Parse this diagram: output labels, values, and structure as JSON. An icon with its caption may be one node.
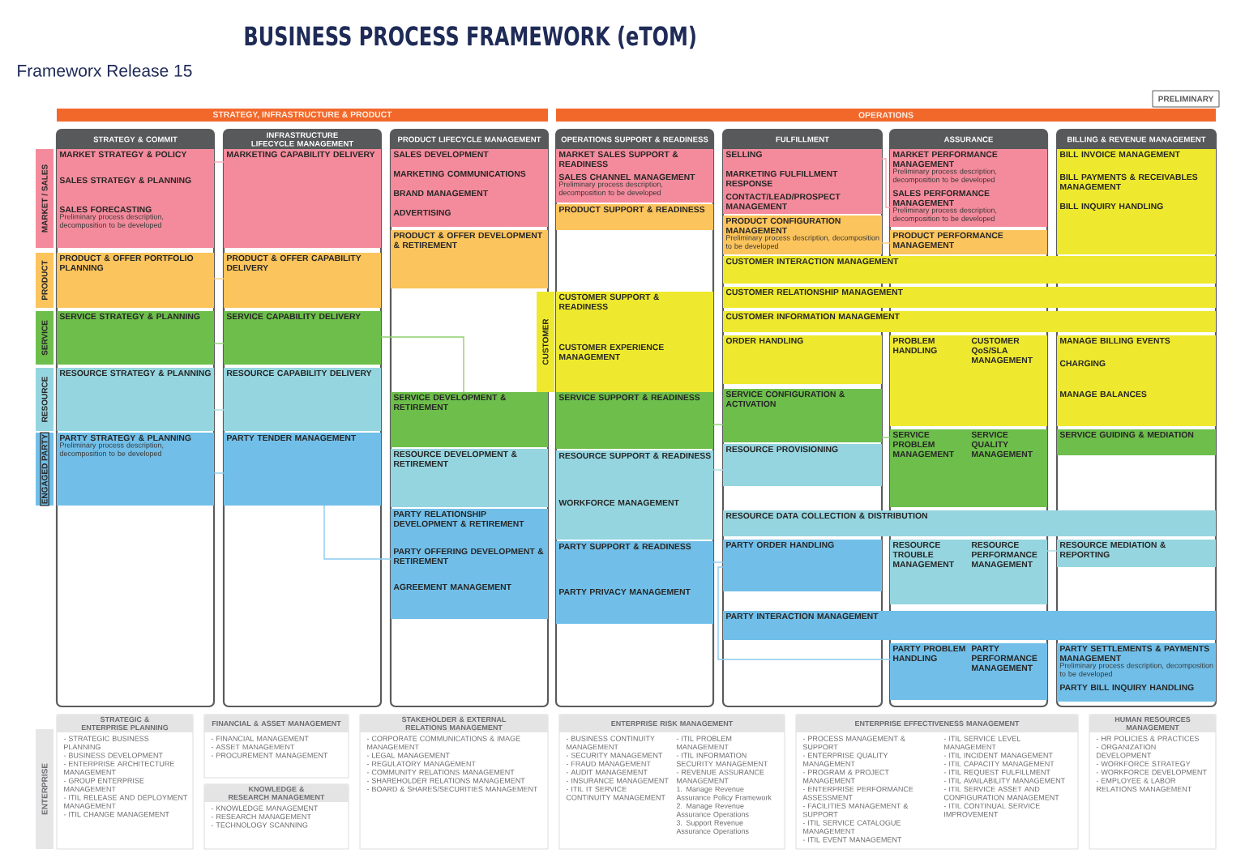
{
  "diagram": {
    "title": "BUSINESS PROCESS FRAMEWORK (eTOM)",
    "labels": [
      "Frameworx Release 15"
    ],
    "nodes": [
      {
        "text": [
          "PRELIMINARY"
        ]
      },
      {
        "text": [
          "STRATEGY, INFRASTRUCTURE & PRODUCT"
        ]
      },
      {
        "text": [
          "OPERATIONS"
        ]
      },
      {
        "text": [
          "STRATEGY & COMMIT"
        ]
      },
      {
        "text": [
          "INFRASTRUCTURE LIFECYCLE MANAGEMENT"
        ]
      },
      {
        "text": [
          "PRODUCT LIFECYCLE MANAGEMENT"
        ]
      },
      {
        "text": [
          "OPERATIONS SUPPORT & READINESS"
        ]
      },
      {
        "text": [
          "FULFILLMENT"
        ]
      },
      {
        "text": [
          "ASSURANCE"
        ]
      },
      {
        "text": [
          "BILLING & REVENUE MANAGEMENT"
        ]
      },
      {
        "text": [
          "MARKET / SALES"
        ]
      },
      {
        "text": [
          "PRODUCT"
        ]
      },
      {
        "text": [
          "SERVICE"
        ]
      },
      {
        "text": [
          "RESOURCE"
        ]
      },
      {
        "text": [
          "ENGAGED PARTY"
        ]
      },
      {
        "text": [
          "CUSTOMER"
        ]
      },
      {
        "text": [
          "MARKET STRATEGY & POLICY"
        ],
        "in": 3
      },
      {
        "text": [
          "SALES STRATEGY & PLANNING"
        ],
        "in": 3
      },
      {
        "text": [
          "SALES FORECASTING",
          "Preliminary process description, decomposition to be developed"
        ],
        "in": 3
      },
      {
        "text": [
          "PRODUCT & OFFER PORTFOLIO PLANNING"
        ],
        "in": 3
      },
      {
        "text": [
          "SERVICE STRATEGY & PLANNING"
        ],
        "in": 3
      },
      {
        "text": [
          "RESOURCE STRATEGY & PLANNING"
        ],
        "in": 3
      },
      {
        "text": [
          "PARTY STRATEGY & PLANNING",
          "Preliminary process description, decomposition to be developed"
        ],
        "in": 3
      },
      {
        "text": [
          "MARKETING CAPABILITY DELIVERY"
        ],
        "in": 4
      },
      {
        "text": [
          "PRODUCT & OFFER CAPABILITY DELIVERY"
        ],
        "in": 4
      },
      {
        "text": [
          "SERVICE CAPABILITY DELIVERY"
        ],
        "in": 4
      },
      {
        "text": [
          "RESOURCE CAPABILITY DELIVERY"
        ],
        "in": 4
      },
      {
        "text": [
          "PARTY TENDER MANAGEMENT"
        ],
        "in": 4
      },
      {
        "text": [
          "SALES DEVELOPMENT"
        ],
        "in": 5
      },
      {
        "text": [
          "MARKETING COMMUNICATIONS"
        ],
        "in": 5
      },
      {
        "text": [
          "BRAND MANAGEMENT"
        ],
        "in": 5
      },
      {
        "text": [
          "ADVERTISING"
        ],
        "in": 5
      },
      {
        "text": [
          "PRODUCT & OFFER DEVELOPMENT & RETIREMENT"
        ],
        "in": 5
      },
      {
        "text": [
          "SERVICE DEVELOPMENT & RETIREMENT"
        ],
        "in": 5
      },
      {
        "text": [
          "RESOURCE DEVELOPMENT & RETIREMENT"
        ],
        "in": 5
      },
      {
        "text": [
          "PARTY RELATIONSHIP DEVELOPMENT & RETIREMENT"
        ],
        "in": 5
      },
      {
        "text": [
          "PARTY OFFERING DEVELOPMENT & RETIREMENT"
        ],
        "in": 5
      },
      {
        "text": [
          "AGREEMENT MANAGEMENT"
        ],
        "in": 5
      },
      {
        "text": [
          "MARKET SALES SUPPORT & READINESS"
        ],
        "in": 6
      },
      {
        "text": [
          "SALES CHANNEL MANAGEMENT",
          "Preliminary process description, decomposition to be developed"
        ],
        "in": 6
      },
      {
        "text": [
          "PRODUCT SUPPORT & READINESS"
        ],
        "in": 6
      },
      {
        "text": [
          "CUSTOMER SUPPORT & READINESS"
        ],
        "in": 6
      },
      {
        "text": [
          "CUSTOMER EXPERIENCE MANAGEMENT"
        ],
        "in": 6
      },
      {
        "text": [
          "SERVICE SUPPORT & READINESS"
        ],
        "in": 6
      },
      {
        "text": [
          "RESOURCE SUPPORT & READINESS"
        ],
        "in": 6
      },
      {
        "text": [
          "WORKFORCE MANAGEMENT"
        ],
        "in": 6
      },
      {
        "text": [
          "PARTY SUPPORT & READINESS"
        ],
        "in": 6
      },
      {
        "text": [
          "PARTY PRIVACY MANAGEMENT"
        ],
        "in": 6
      },
      {
        "text": [
          "SELLING"
        ],
        "in": 7
      },
      {
        "text": [
          "MARKETING FULFILLMENT RESPONSE"
        ],
        "in": 7
      },
      {
        "text": [
          "CONTACT/LEAD/PROSPECT MANAGEMENT"
        ],
        "in": 7
      },
      {
        "text": [
          "PRODUCT CONFIGURATION MANAGEMENT",
          "Preliminary process description, decomposition to be developed"
        ],
        "in": 7
      },
      {
        "text": [
          "CUSTOMER INTERACTION MANAGEMENT"
        ]
      },
      {
        "text": [
          "CUSTOMER RELATIONSHIP MANAGEMENT"
        ]
      },
      {
        "text": [
          "CUSTOMER INFORMATION MANAGEMENT"
        ]
      },
      {
        "text": [
          "ORDER HANDLING"
        ],
        "in": 7
      },
      {
        "text": [
          "SERVICE CONFIGURATION & ACTIVATION"
        ],
        "in": 7
      },
      {
        "text": [
          "RESOURCE PROVISIONING"
        ],
        "in": 7
      },
      {
        "text": [
          "RESOURCE DATA COLLECTION & DISTRIBUTION"
        ]
      },
      {
        "text": [
          "PARTY ORDER HANDLING"
        ],
        "in": 7
      },
      {
        "text": [
          "PARTY INTERACTION MANAGEMENT"
        ]
      },
      {
        "text": [
          "MARKET PERFORMANCE MANAGEMENT",
          "Preliminary process description, decomposition to be developed"
        ],
        "in": 8
      },
      {
        "text": [
          "SALES PERFORMANCE MANAGEMENT",
          "Preliminary process description, decomposition to be developed"
        ],
        "in": 8
      },
      {
        "text": [
          "PRODUCT PERFORMANCE MANAGEMENT"
        ],
        "in": 8
      },
      {
        "text": [
          "PROBLEM HANDLING"
        ],
        "in": 8
      },
      {
        "text": [
          "CUSTOMER QoS/SLA MANAGEMENT"
        ],
        "in": 8
      },
      {
        "text": [
          "SERVICE PROBLEM MANAGEMENT"
        ],
        "in": 8
      },
      {
        "text": [
          "SERVICE QUALITY MANAGEMENT"
        ],
        "in": 8
      },
      {
        "text": [
          "RESOURCE TROUBLE MANAGEMENT"
        ],
        "in": 8
      },
      {
        "text": [
          "RESOURCE PERFORMANCE MANAGEMENT"
        ],
        "in": 8
      },
      {
        "text": [
          "PARTY PROBLEM HANDLING"
        ],
        "in": 8
      },
      {
        "text": [
          "PARTY PERFORMANCE MANAGEMENT"
        ],
        "in": 8
      },
      {
        "text": [
          "BILL INVOICE MANAGEMENT"
        ],
        "in": 9
      },
      {
        "text": [
          "BILL PAYMENTS & RECEIVABLES MANAGEMENT"
        ],
        "in": 9
      },
      {
        "text": [
          "BILL INQUIRY HANDLING"
        ],
        "in": 9
      },
      {
        "text": [
          "MANAGE BILLING EVENTS"
        ],
        "in": 9
      },
      {
        "text": [
          "CHARGING"
        ],
        "in": 9
      },
      {
        "text": [
          "MANAGE BALANCES"
        ],
        "in": 9
      },
      {
        "text": [
          "SERVICE GUIDING & MEDIATION"
        ],
        "in": 9
      },
      {
        "text": [
          "RESOURCE MEDIATION & REPORTING"
        ],
        "in": 9
      },
      {
        "text": [
          "PARTY SETTLEMENTS & PAYMENTS MANAGEMENT",
          "Preliminary process description, decomposition to be developed"
        ],
        "in": 9
      },
      {
        "text": [
          "PARTY BILL INQUIRY HANDLING"
        ],
        "in": 9
      },
      {
        "text": [
          "ENTERPRISE"
        ]
      },
      {
        "text": [
          "STRATEGIC & ENTERPRISE PLANNING",
          "- STRATEGIC BUSINESS PLANNING",
          "- BUSINESS DEVELOPMENT",
          "- ENTERPRISE ARCHITECTURE MANAGEMENT",
          "- GROUP ENTERPRISE MANAGEMENT",
          "- ITIL RELEASE AND DEPLOYMENT MANAGEMENT",
          "- ITIL CHANGE MANAGEMENT"
        ]
      },
      {
        "text": [
          "FINANCIAL & ASSET MANAGEMENT",
          "- FINANCIAL MANAGEMENT",
          "- ASSET MANAGEMENT",
          "- PROCUREMENT MANAGEMENT"
        ]
      },
      {
        "text": [
          "KNOWLEDGE & RESEARCH MANAGEMENT",
          "- KNOWLEDGE MANAGEMENT",
          "- RESEARCH MANAGEMENT",
          "- TECHNOLOGY SCANNING"
        ]
      },
      {
        "text": [
          "STAKEHOLDER & EXTERNAL RELATIONS MANAGEMENT",
          "- CORPORATE COMMUNICATIONS & IMAGE MANAGEMENT",
          "- LEGAL MANAGEMENT",
          "- REGULATORY MANAGEMENT",
          "- COMMUNITY RELATIONS MANAGEMENT",
          "- SHAREHOLDER RELATIONS MANAGEMENT",
          "- BOARD & SHARES/SECURITIES MANAGEMENT"
        ]
      },
      {
        "text": [
          "ENTERPRISE RISK MANAGEMENT",
          "- BUSINESS CONTINUITY MANAGEMENT",
          "- SECURITY MANAGEMENT",
          "- FRAUD MANAGEMENT",
          "- AUDIT MANAGEMENT",
          "- INSURANCE MANAGEMENT",
          "- ITIL IT SERVICE CONTINUITY MANAGEMENT",
          "- ITIL PROBLEM MANAGEMENT",
          "- ITIL INFORMATION SECURITY MANAGEMENT",
          "- REVENUE ASSURANCE MANAGEMENT",
          "1. Manage Revenue Assurance Policy Framework",
          "2. Manage Revenue Assurance Operations",
          "3. Support Revenue Assurance Operations"
        ]
      },
      {
        "text": [
          "ENTERPRISE EFFECTIVENESS MANAGEMENT",
          "- PROCESS MANAGEMENT & SUPPORT",
          "- ENTERPRISE QUALITY MANAGEMENT",
          "- PROGRAM & PROJECT MANAGEMENT",
          "- ENTERPRISE PERFORMANCE ASSESSMENT",
          "- FACILITIES MANAGEMENT & SUPPORT",
          "- ITIL SERVICE CATALOGUE MANAGEMENT",
          "- ITIL EVENT MANAGEMENT",
          "- ITIL SERVICE LEVEL MANAGEMENT",
          "- ITIL INCIDENT MANAGEMENT",
          "- ITIL CAPACITY MANAGEMENT",
          "- ITIL REQUEST FULFILLMENT",
          "- ITIL AVAILABILITY MANAGEMENT",
          "- ITIL SERVICE ASSET AND CONFIGURATION MANAGEMENT",
          "- ITIL CONTINUAL SERVICE IMPROVEMENT"
        ]
      },
      {
        "text": [
          "HUMAN RESOURCES MANAGEMENT",
          "- HR POLICIES & PRACTICES",
          "- ORGANIZATION DEVELOPMENT",
          "- WORKFORCE STRATEGY",
          "- WORKFORCE DEVELOPMENT",
          "- EMPLOYEE & LABOR RELATIONS MANAGEMENT"
        ]
      }
    ],
    "edges": [
      {
        "from": 16,
        "to": 23,
        "arrow": "none",
        "color": "#f7a9b5"
      },
      {
        "from": 19,
        "to": 24,
        "arrow": "none",
        "color": "#fbcf7a"
      },
      {
        "from": 20,
        "to": 25,
        "arrow": "none",
        "color": "#8fcf6f"
      },
      {
        "from": 25,
        "to": 33,
        "arrow": "none",
        "color": "#8fcf6f"
      },
      {
        "from": 21,
        "to": 26,
        "arrow": "none",
        "color": "#a9dde5"
      },
      {
        "from": 22,
        "to": 27,
        "arrow": "none",
        "color": "#8ccbee"
      },
      {
        "from": 27,
        "to": 36,
        "arrow": "none",
        "color": "#8ccbee"
      },
      {
        "from": 48,
        "to": 62,
        "arrow": "none",
        "color": "#f7a9b5"
      },
      {
        "from": 51,
        "to": 63,
        "arrow": "none",
        "color": "#fbcf7a"
      },
      {
        "from": 43,
        "to": 56,
        "arrow": "none",
        "color": "#8fcf6f"
      },
      {
        "from": 56,
        "to": 66,
        "arrow": "none",
        "color": "#8fcf6f"
      },
      {
        "from": 44,
        "to": 57,
        "arrow": "none",
        "color": "#a9dde5"
      },
      {
        "from": 46,
        "to": 59,
        "arrow": "none",
        "color": "#8ccbee"
      },
      {
        "from": 59,
        "to": 70,
        "arrow": "none",
        "color": "#8ccbee"
      },
      {
        "from": 69,
        "to": 79,
        "arrow": "none",
        "color": "#a9dde5"
      }
    ]
  }
}
